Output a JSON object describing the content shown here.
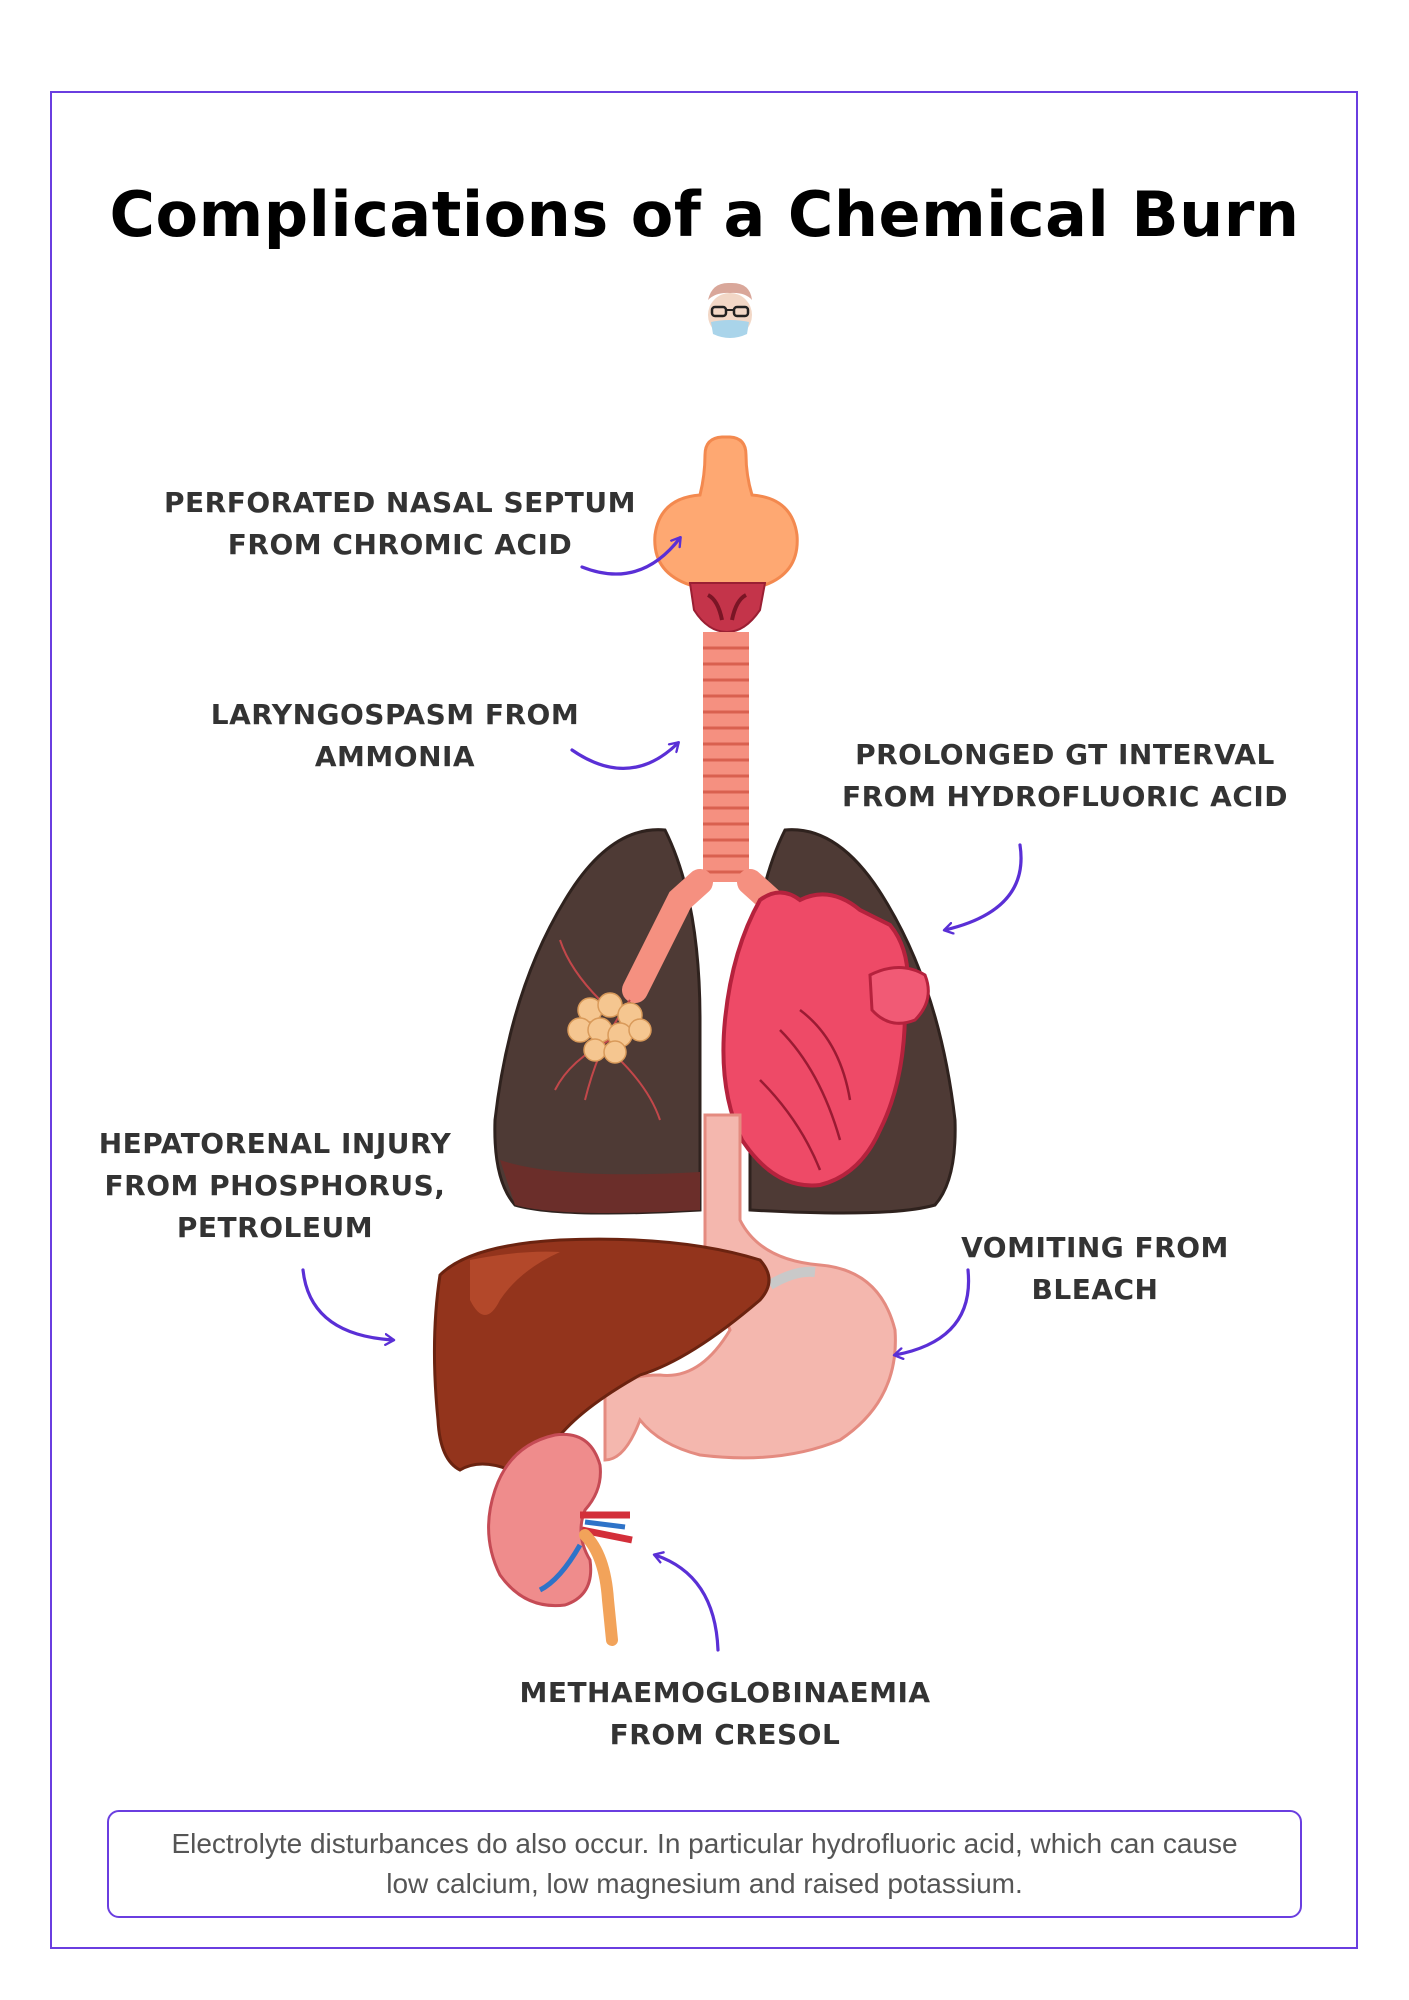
{
  "title": "Complications of a Chemical Burn",
  "labels": {
    "nasal": [
      "Perforated nasal septum",
      "from chromic acid"
    ],
    "larynx": [
      "Laryngospasm from",
      "ammonia"
    ],
    "heart": [
      "Prolonged GT interval",
      "from hydrofluoric acid"
    ],
    "liver": [
      "Hepatorenal injury",
      "from phosphorus,",
      "petroleum"
    ],
    "stomach": [
      "Vomiting from",
      "bleach"
    ],
    "kidney": [
      "Methaemoglobinaemia",
      "from cresol"
    ]
  },
  "footnote": {
    "line1": "Electrolyte disturbances do also occur. In particular hydrofluoric acid, which can cause",
    "line2": "low calcium, low magnesium and raised potassium."
  },
  "colors": {
    "accent": "#6a3ee0",
    "arrow": "#5a2fd6",
    "lung": "#4e3a35",
    "heart": "#ee4a67",
    "liver": "#93341c",
    "stomach": "#f4b7ae",
    "trachea": "#f0836e"
  },
  "icons": [
    "doctor-avatar-icon"
  ]
}
